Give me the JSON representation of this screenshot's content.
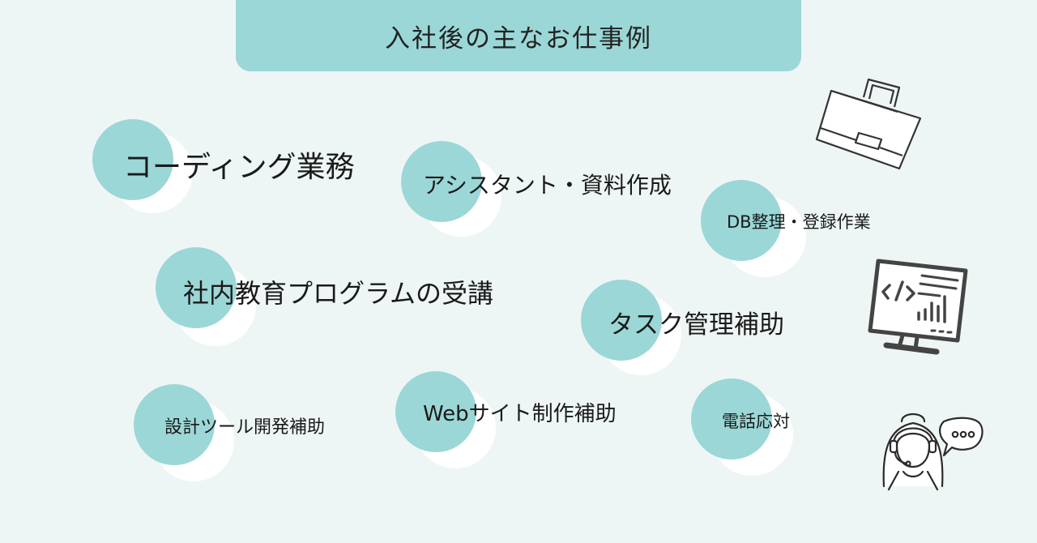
{
  "header": {
    "title": "入社後の主なお仕事例"
  },
  "items": [
    {
      "label": "コーディング業務"
    },
    {
      "label": "アシスタント・資料作成"
    },
    {
      "label": "DB整理・登録作業"
    },
    {
      "label": "社内教育プログラムの受講"
    },
    {
      "label": "タスク管理補助"
    },
    {
      "label": "設計ツール開発補助"
    },
    {
      "label": "Webサイト制作補助"
    },
    {
      "label": "電話応対"
    }
  ],
  "icons": [
    "briefcase-icon",
    "computer-code-icon",
    "call-center-operator-icon"
  ],
  "colors": {
    "background": "#eef6f5",
    "accent": "#9bd7d7",
    "shadow": "#ffffff",
    "line": "#333333"
  }
}
